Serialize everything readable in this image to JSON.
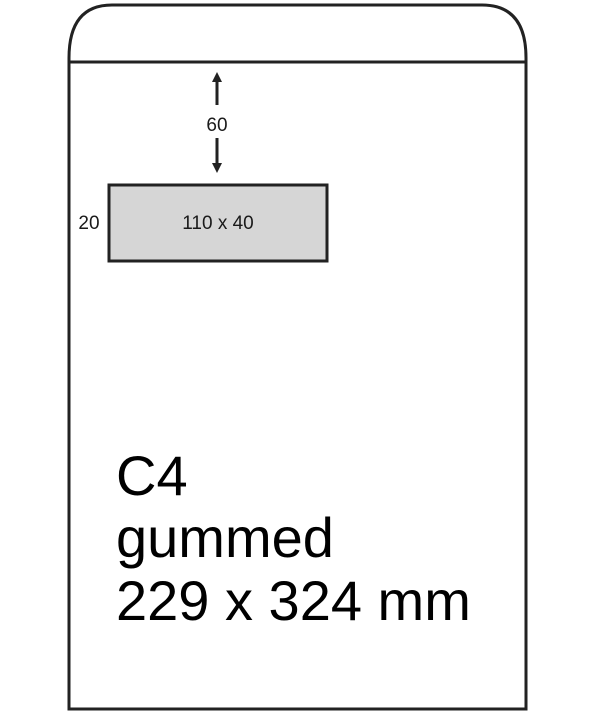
{
  "dimensions": {
    "top_offset": "60",
    "left_offset": "20",
    "window_size": "110 x 40"
  },
  "envelope": {
    "format": "C4",
    "closure": "gummed",
    "size": "229 x 324 mm"
  },
  "colors": {
    "outline": "#222222",
    "window_fill": "#d6d6d6",
    "background": "#ffffff"
  }
}
